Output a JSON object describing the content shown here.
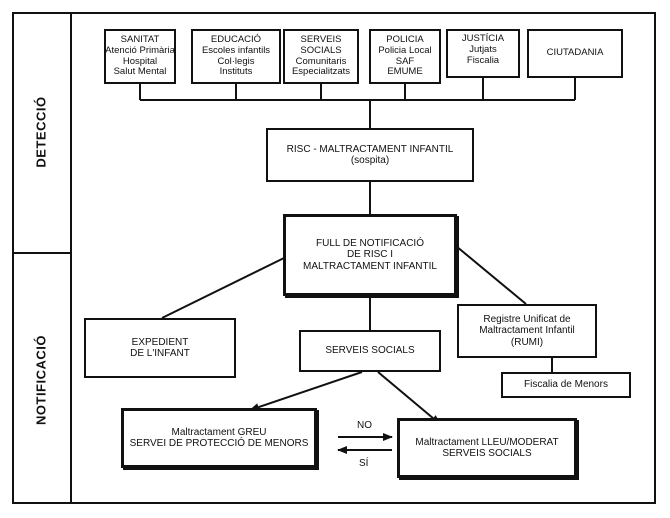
{
  "sections": {
    "detection": "DETECCIÓ",
    "notification": "NOTIFICACIÓ"
  },
  "sources": [
    {
      "title": "SANITAT",
      "lines": [
        "Atenció Primària",
        "Hospital",
        "Salut Mental"
      ]
    },
    {
      "title": "EDUCACIÓ",
      "lines": [
        "Escoles infantils",
        "Col·legis",
        "Instituts"
      ]
    },
    {
      "title": "SERVEIS",
      "lines": [
        "SOCIALS",
        "Comunitaris",
        "Especialitzats"
      ]
    },
    {
      "title": "POLICIA",
      "lines": [
        "Policia Local",
        "SAF",
        "EMUME"
      ]
    },
    {
      "title": "JUSTÍCIA",
      "lines": [
        "Jutjats",
        "Fiscalia"
      ]
    },
    {
      "title": "CIUTADANIA",
      "lines": []
    }
  ],
  "risk": {
    "line1": "RISC - MALTRACTAMENT INFANTIL",
    "line2": "(sospita)"
  },
  "notification_form": {
    "line1": "FULL DE NOTIFICACIÓ",
    "line2": "DE RISC I",
    "line3": "MALTRACTAMENT INFANTIL"
  },
  "file": {
    "line1": "EXPEDIENT",
    "line2": "DE L'INFANT"
  },
  "social_services": {
    "label": "SERVEIS SOCIALS"
  },
  "registry": {
    "line1": "Registre Unificat de",
    "line2": "Maltractament Infantil",
    "line3": "(RUMI)"
  },
  "prosecutor": {
    "label": "Fiscalia de Menors"
  },
  "severe": {
    "line1": "Maltractament GREU",
    "line2": "SERVEI DE PROTECCIÓ DE MENORS"
  },
  "mild": {
    "line1": "Maltractament LLEU/MODERAT",
    "line2": "SERVEIS SOCIALS"
  },
  "exchange": {
    "no": "NO",
    "yes": "SÍ"
  }
}
